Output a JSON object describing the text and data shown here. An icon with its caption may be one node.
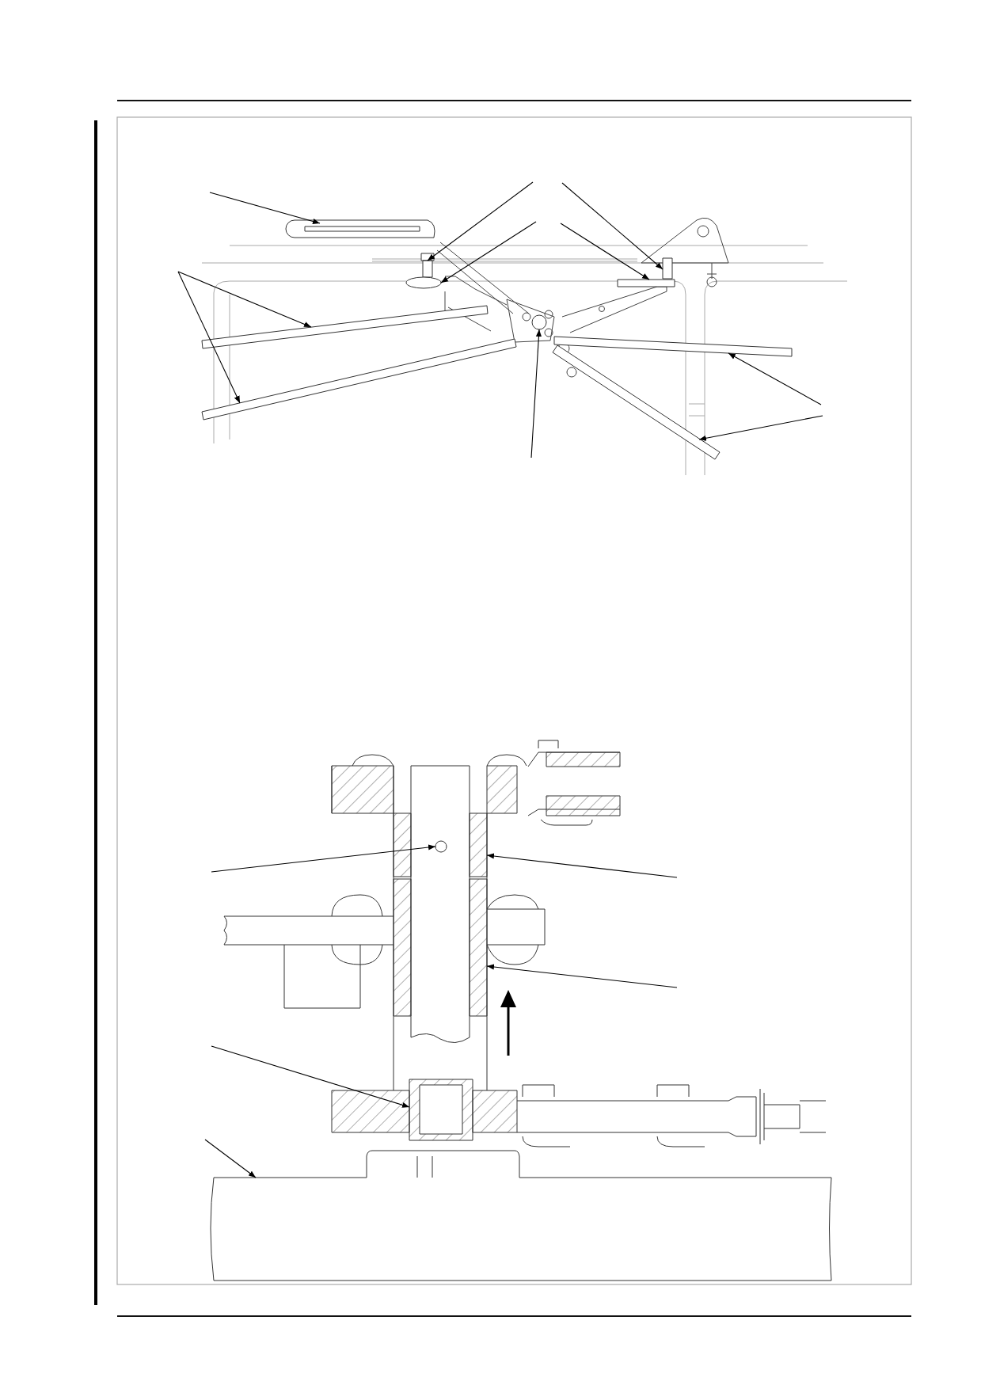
{
  "diagram": {
    "nodes": [
      {
        "text": [],
        "shape": "bar"
      },
      {
        "text": [],
        "shape": "box"
      },
      {
        "text": [],
        "shape": "box"
      },
      {
        "text": [],
        "shape": "box"
      },
      {
        "text": [],
        "shape": "box"
      },
      {
        "text": [],
        "shape": "bar"
      },
      {
        "text": [],
        "shape": "bar"
      },
      {
        "text": [],
        "shape": "circle"
      },
      {
        "text": [],
        "shape": "bar"
      },
      {
        "text": [],
        "shape": "bar"
      },
      {
        "text": [],
        "shape": "circle"
      },
      {
        "text": [],
        "shape": "box"
      },
      {
        "text": [],
        "shape": "box"
      },
      {
        "text": [],
        "shape": "box"
      },
      {
        "text": [],
        "shape": "box"
      }
    ],
    "edges": [
      {
        "from": null,
        "to": 0,
        "arrow": "to"
      },
      {
        "from": null,
        "to": 1,
        "arrow": "to"
      },
      {
        "from": null,
        "to": 2,
        "arrow": "to"
      },
      {
        "from": null,
        "to": 3,
        "arrow": "to"
      },
      {
        "from": null,
        "to": 4,
        "arrow": "to"
      },
      {
        "from": null,
        "to": 5,
        "arrow": "to"
      },
      {
        "from": null,
        "to": 6,
        "arrow": "to"
      },
      {
        "from": null,
        "to": 7,
        "arrow": "to"
      },
      {
        "from": null,
        "to": 8,
        "arrow": "to"
      },
      {
        "from": null,
        "to": 9,
        "arrow": "to"
      },
      {
        "from": null,
        "to": 10,
        "arrow": "to"
      },
      {
        "from": null,
        "to": 11,
        "arrow": "to"
      },
      {
        "from": null,
        "to": 12,
        "arrow": "to"
      },
      {
        "from": null,
        "to": 13,
        "arrow": "to"
      },
      {
        "from": null,
        "to": 14,
        "arrow": "to"
      }
    ]
  }
}
